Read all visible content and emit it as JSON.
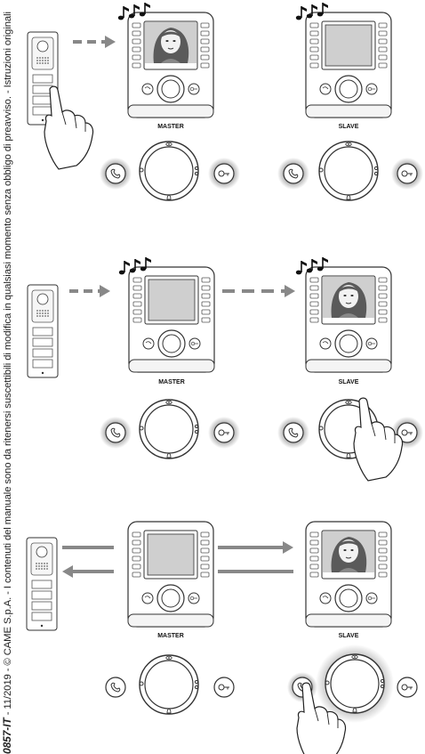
{
  "footer": {
    "code": "0857-IT",
    "text": " - 11/2019 - © CAME S.p.A. - I contenuti del manuale sono da ritenersi suscettibili di modifica in qualsiasi momento senza obbligo di preavviso. - Istruzioni originali"
  },
  "labels": {
    "master": "MASTER",
    "slave": "SLAVE"
  },
  "colors": {
    "line": "#333333",
    "arrow": "#888888",
    "glow": "#aaaaaa",
    "panel_fill": "#e8e8e8"
  },
  "icons": [
    "music-note-icon",
    "handset-icon",
    "key-icon",
    "eye-icon",
    "bell-icon",
    "pointing-hand-icon",
    "face-portrait-icon"
  ]
}
